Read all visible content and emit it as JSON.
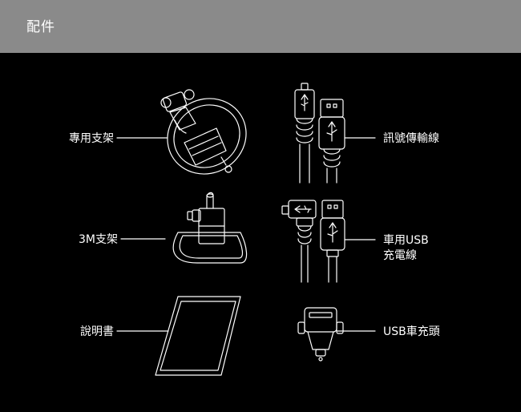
{
  "header": {
    "title": "配件"
  },
  "items": {
    "mount": {
      "label": "專用支架"
    },
    "mount_3m": {
      "label": "3M支架"
    },
    "manual": {
      "label": "說明書"
    },
    "data_cable": {
      "label": "訊號傳輸線"
    },
    "car_usb_cable": {
      "label_line1": "車用USB",
      "label_line2": "充電線"
    },
    "usb_charger": {
      "label": "USB車充頭"
    }
  },
  "colors": {
    "header_bg": "#8a8a8a",
    "background": "#000000",
    "line": "#ffffff"
  }
}
